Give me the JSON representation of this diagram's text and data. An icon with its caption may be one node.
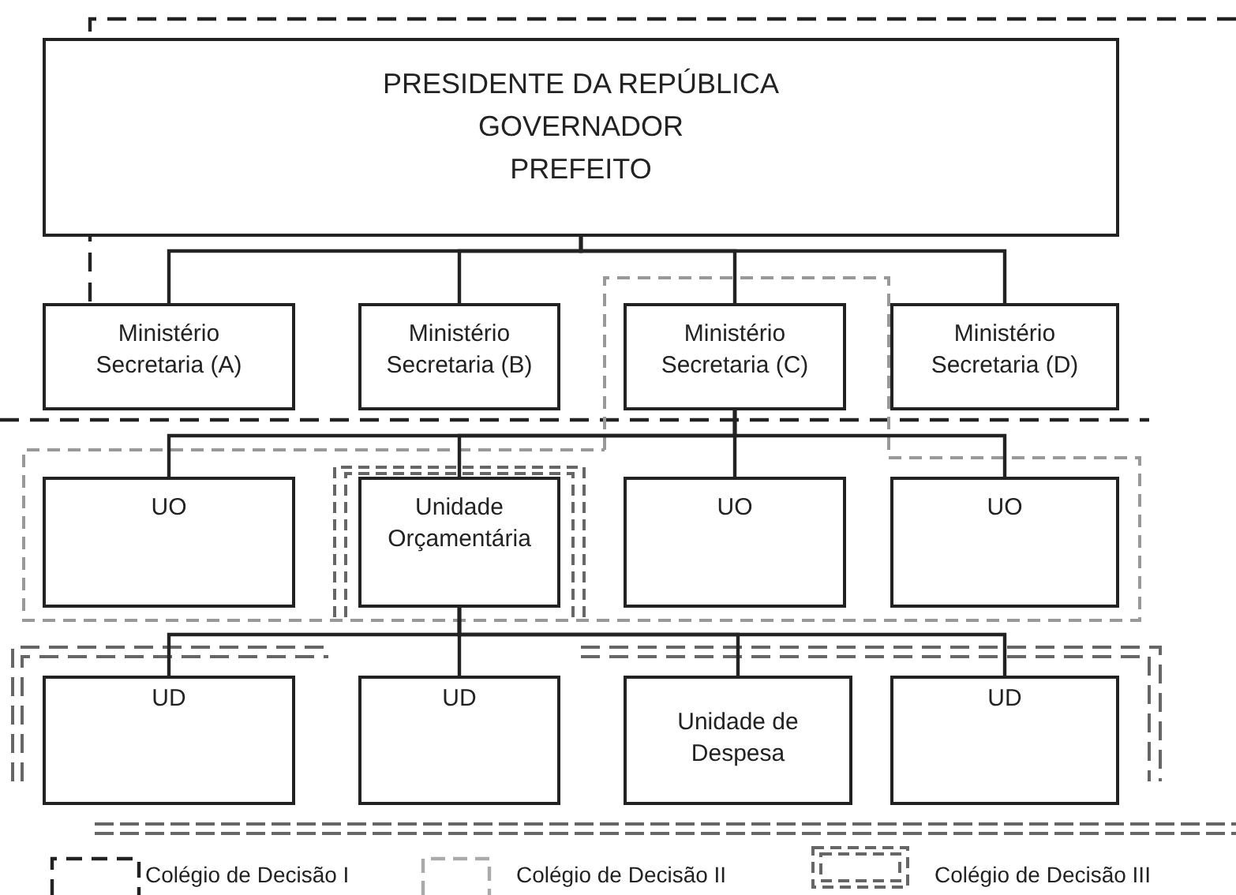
{
  "diagram": {
    "nodes": [
      {
        "text": [
          "PRESIDENTE DA REPÚBLICA",
          "GOVERNADOR",
          "PREFEITO"
        ]
      },
      {
        "text": [
          "Ministério Secretaria (A)"
        ]
      },
      {
        "text": [
          "Ministério Secretaria (B)"
        ]
      },
      {
        "text": [
          "Ministério Secretaria (C)"
        ]
      },
      {
        "text": [
          "Ministério Secretaria (D)"
        ]
      },
      {
        "text": [
          "UO"
        ]
      },
      {
        "text": [
          "Unidade Orçamentária"
        ]
      },
      {
        "text": [
          "UO"
        ]
      },
      {
        "text": [
          "UO"
        ]
      },
      {
        "text": [
          "UD"
        ]
      },
      {
        "text": [
          "UD"
        ]
      },
      {
        "text": [
          "Unidade de Despesa"
        ]
      },
      {
        "text": [
          "UD"
        ]
      }
    ],
    "edges": [
      {
        "from": 0,
        "to": 1,
        "arrow": "none"
      },
      {
        "from": 0,
        "to": 2,
        "arrow": "none"
      },
      {
        "from": 0,
        "to": 3,
        "arrow": "none"
      },
      {
        "from": 0,
        "to": 4,
        "arrow": "none"
      },
      {
        "from": 3,
        "to": 5,
        "arrow": "none"
      },
      {
        "from": 3,
        "to": 6,
        "arrow": "none"
      },
      {
        "from": 3,
        "to": 7,
        "arrow": "none"
      },
      {
        "from": 3,
        "to": 8,
        "arrow": "none"
      },
      {
        "from": 6,
        "to": 9,
        "arrow": "none"
      },
      {
        "from": 6,
        "to": 10,
        "arrow": "none"
      },
      {
        "from": 6,
        "to": 11,
        "arrow": "none"
      },
      {
        "from": 6,
        "to": 12,
        "arrow": "none"
      }
    ],
    "legend": [
      {
        "text": "Colégio de Decisão I"
      },
      {
        "text": "Colégio de Decisão II"
      },
      {
        "text": "Colégio de Decisão III"
      }
    ]
  }
}
